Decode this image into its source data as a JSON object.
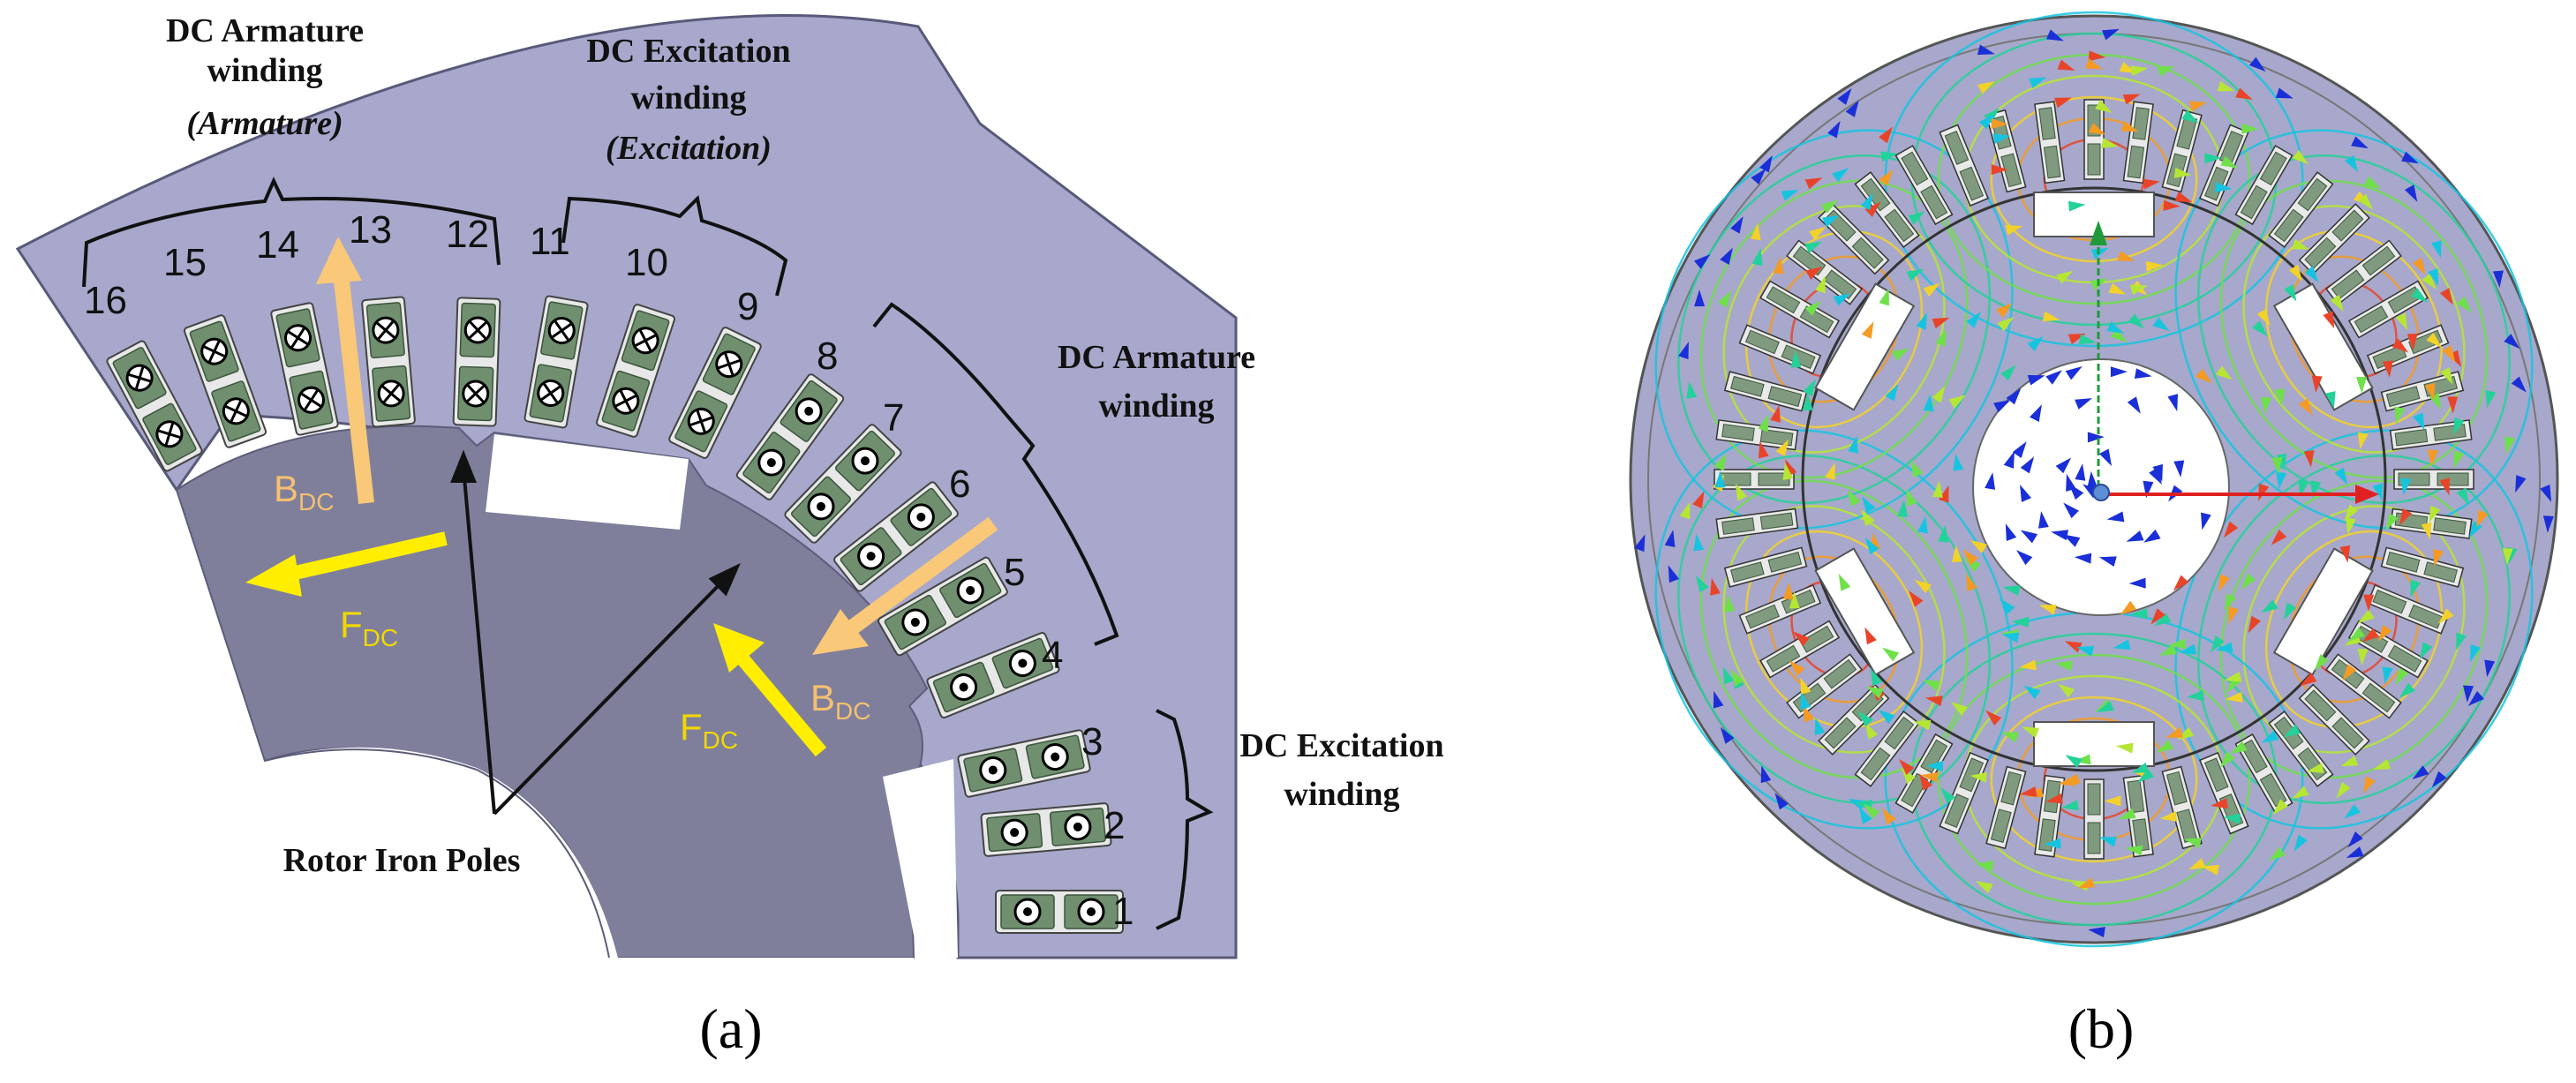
{
  "panel_a": {
    "caption": "(a)",
    "slot_numbers": [
      "1",
      "2",
      "3",
      "4",
      "5",
      "6",
      "7",
      "8",
      "9",
      "10",
      "11",
      "12",
      "13",
      "14",
      "15",
      "16"
    ],
    "labels": {
      "armature_top_line1": "DC Armature",
      "armature_top_line2": "winding",
      "armature_top_italic": "(Armature)",
      "excitation_top_line1": "DC Excitation",
      "excitation_top_line2": "winding",
      "excitation_top_italic": "(Excitation)",
      "armature_right_line1": "DC Armature",
      "armature_right_line2": "winding",
      "excitation_right_line1": "DC Excitation",
      "excitation_right_line2": "winding",
      "rotor": "Rotor Iron Poles"
    },
    "vectors": {
      "b_main": "B",
      "f_main": "F",
      "sub": "DC"
    }
  },
  "panel_b": {
    "caption": "(b)"
  },
  "colors": {
    "stator": "#a7a8cb",
    "rotor": "#7f7f9c",
    "slot_fill": "#e8e8e8",
    "coil": "#6f8f6f",
    "b_arrow": "#f9c878",
    "f_arrow": "#ffee00",
    "flux_arrow": "#1a2fd8",
    "axis_red": "#e02020",
    "axis_green": "#1f9a3a"
  }
}
